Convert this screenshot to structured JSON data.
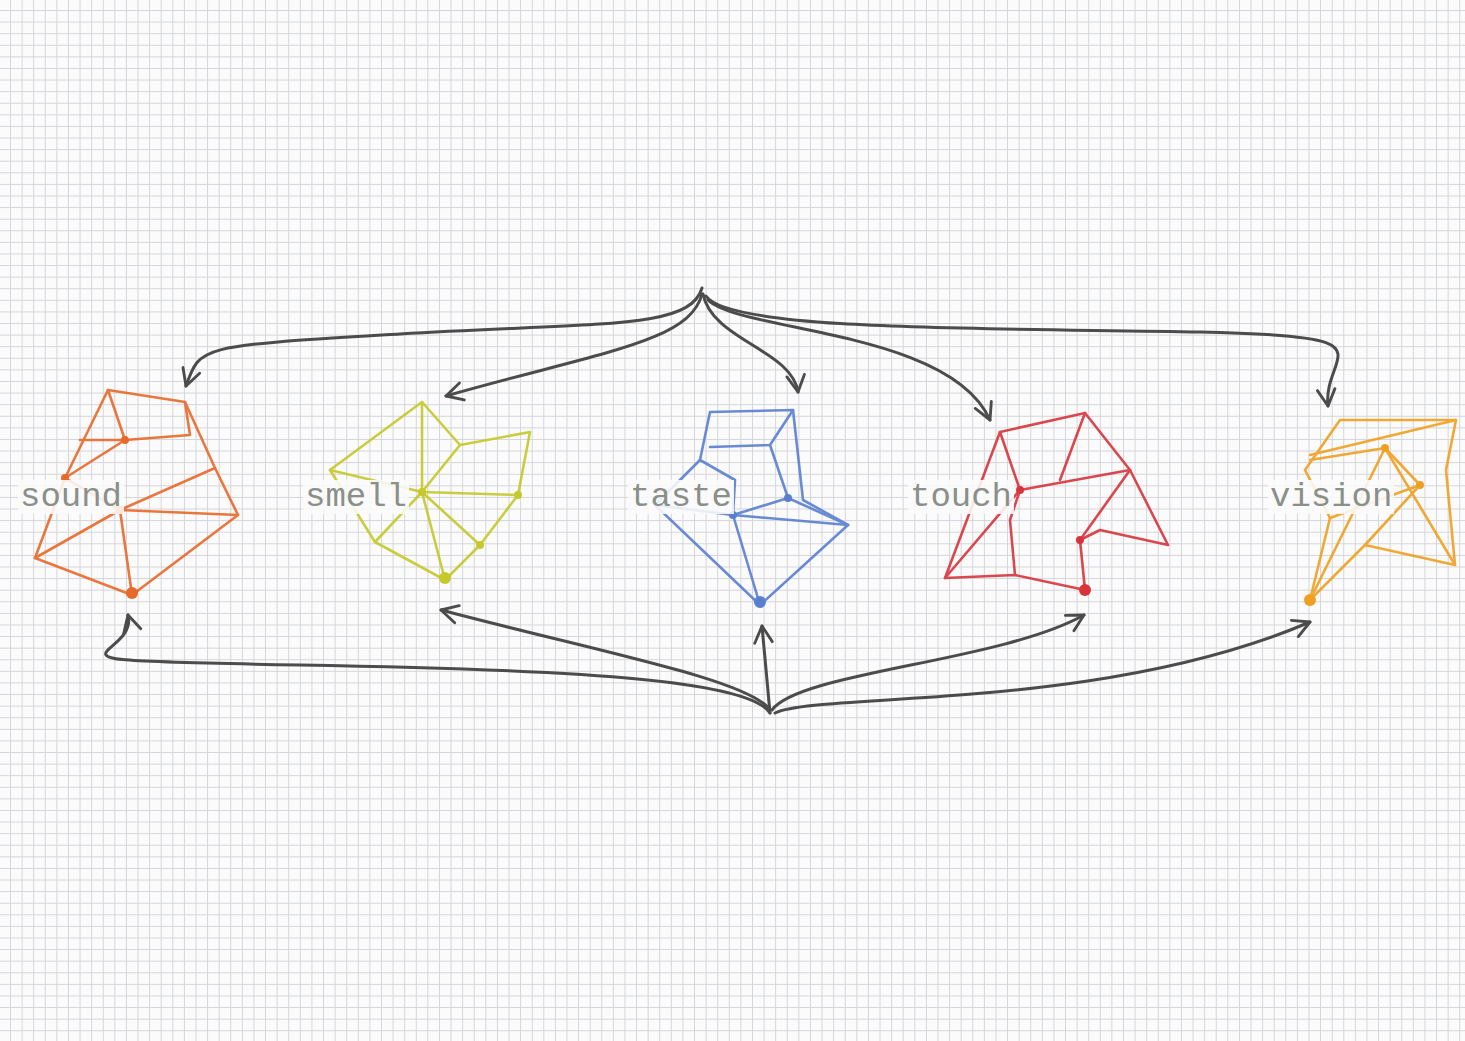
{
  "diagram": {
    "nodes": [
      {
        "text": [
          "sound"
        ]
      },
      {
        "text": [
          "smell"
        ]
      },
      {
        "text": [
          "taste"
        ]
      },
      {
        "text": [
          "touch"
        ]
      },
      {
        "text": [
          "vision"
        ]
      }
    ]
  }
}
